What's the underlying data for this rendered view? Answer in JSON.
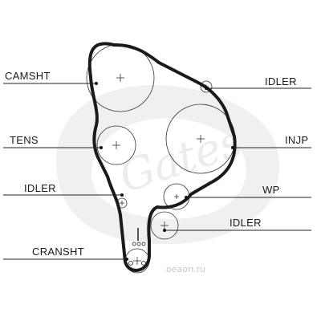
{
  "diagram": {
    "labels": {
      "camshaft": "CAMSHT",
      "idler_top": "IDLER",
      "tensioner": "TENS",
      "injection_pump": "INJP",
      "idler_left": "IDLER",
      "water_pump": "WP",
      "idler_right": "IDLER",
      "crankshaft": "CRANSHT"
    },
    "watermark": "oeaoп.ru",
    "colors": {
      "belt": "#1a1a1a",
      "logo_watermark": "#ebebeb"
    }
  }
}
